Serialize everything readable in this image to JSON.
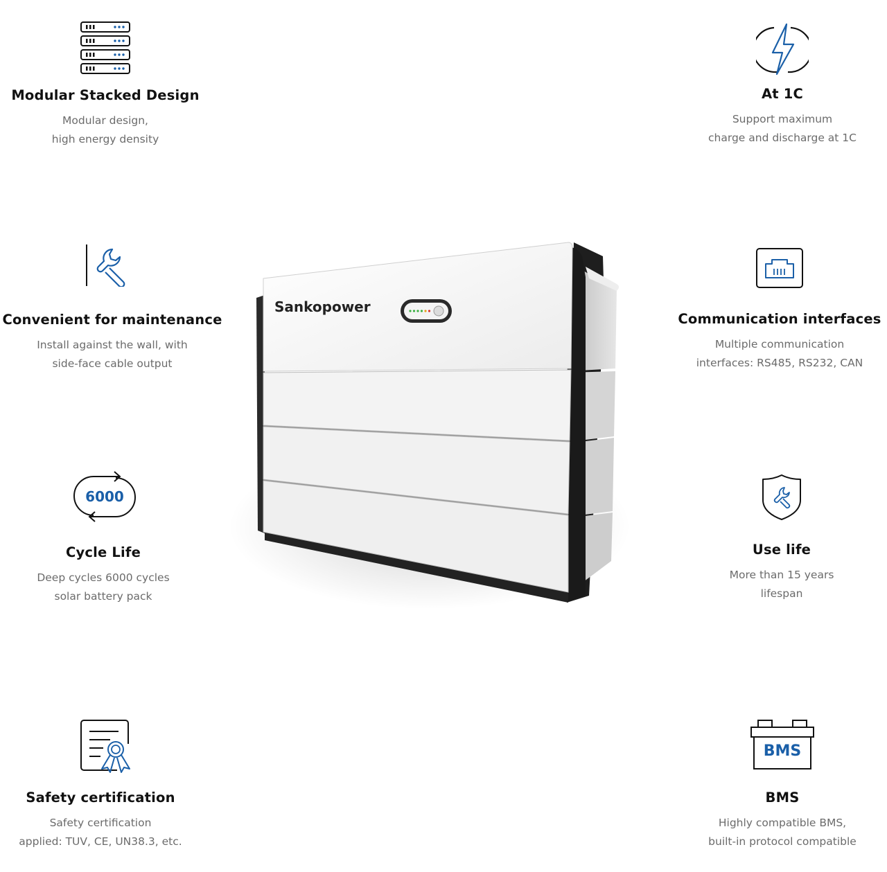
{
  "features": [
    {
      "id": "modular",
      "title": "Modular Stacked Design",
      "lines": [
        "Modular design,",
        "high energy density"
      ],
      "icon": "server-stack-icon"
    },
    {
      "id": "at1c",
      "title": "At 1C",
      "lines": [
        "Support maximum",
        "charge and discharge at 1C"
      ],
      "icon": "lightning-icon"
    },
    {
      "id": "maintenance",
      "title": "Convenient for maintenance",
      "lines": [
        "Install against the wall, with",
        "side-face cable output"
      ],
      "icon": "wrench-icon"
    },
    {
      "id": "communication",
      "title": "Communication interfaces",
      "lines": [
        "Multiple communication",
        "interfaces: RS485, RS232, CAN"
      ],
      "icon": "network-port-icon"
    },
    {
      "id": "cycle",
      "title": "Cycle Life",
      "lines": [
        "Deep cycles 6000 cycles",
        "solar battery pack"
      ],
      "icon": "cycle-arrows-icon",
      "badge": "6000"
    },
    {
      "id": "uselife",
      "title": "Use life",
      "lines": [
        "More than 15 years",
        "lifespan"
      ],
      "icon": "shield-wrench-icon"
    },
    {
      "id": "safety",
      "title": "Safety certification",
      "lines": [
        "Safety certification",
        "applied: TUV, CE, UN38.3, etc."
      ],
      "icon": "certificate-icon"
    },
    {
      "id": "bms",
      "title": "BMS",
      "lines": [
        "Highly compatible BMS,",
        "built-in protocol compatible"
      ],
      "icon": "battery-bms-icon",
      "badge": "BMS"
    }
  ],
  "product": {
    "brand": "Sankopower",
    "led_colors": [
      "#3cb043",
      "#3cb043",
      "#3cb043",
      "#3cb043",
      "#e8a21a",
      "#d9342b"
    ]
  },
  "colors": {
    "accent": "#1a5fa8",
    "title": "#111111",
    "text": "#6b6b6b"
  }
}
